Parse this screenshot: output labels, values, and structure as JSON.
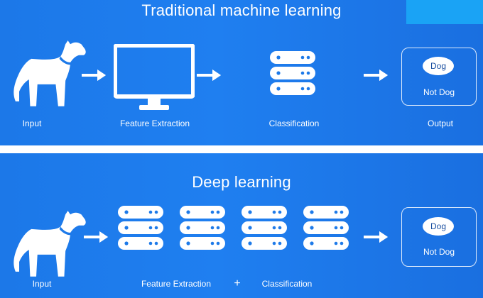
{
  "top": {
    "title": "Traditional machine learning",
    "labels": {
      "input": "Input",
      "feature": "Feature Extraction",
      "classification": "Classification",
      "output": "Output"
    },
    "output_box": {
      "dog": "Dog",
      "not_dog": "Not Dog"
    }
  },
  "bottom": {
    "title": "Deep learning",
    "labels": {
      "input": "Input",
      "feature": "Feature Extraction",
      "plus": "+",
      "classification": "Classification"
    },
    "output_box": {
      "dog": "Dog",
      "not_dog": "Not Dog"
    }
  },
  "colors": {
    "background": "#1f7ff0",
    "foreground": "#ffffff",
    "oval_text": "#1a4fa0"
  },
  "icons": {
    "input": "dog-icon",
    "feature_top": "monitor-icon",
    "layers": "server-stack-icon",
    "arrow": "arrow-right-icon"
  }
}
